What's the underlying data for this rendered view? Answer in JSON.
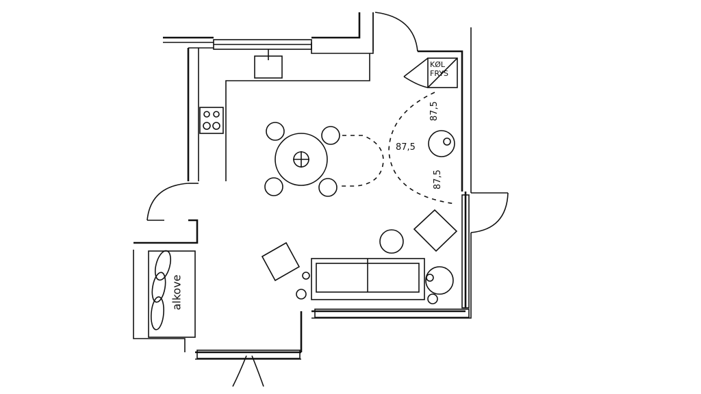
{
  "labels": {
    "fridge": "KØL FRYS",
    "clearance_top": "87,5",
    "clearance_left": "87,5",
    "clearance_bottom": "87,5",
    "alcove": "alkove"
  }
}
